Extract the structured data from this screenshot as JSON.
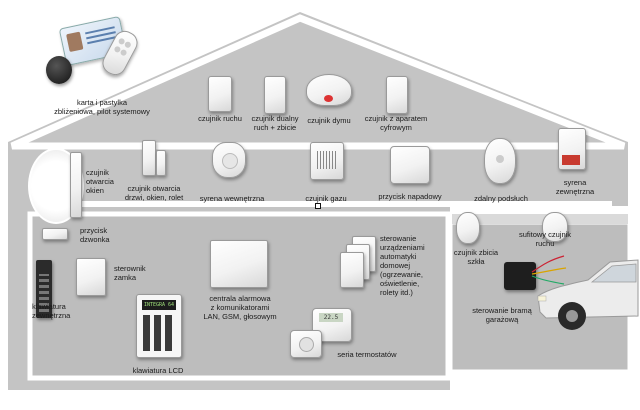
{
  "colors": {
    "roof": "#c8c8c8",
    "wall": "#b7b7b7",
    "outline": "#ffffff",
    "device": "#f4f4f4"
  },
  "labels": {
    "card": "karta i pastylka\nzbliżeniowa, pilot systemowy",
    "motion": "czujnik ruchu",
    "dual": "czujnik dualny\nruch + zbicie",
    "smoke": "czujnik dymu",
    "camera": "czujnik z aparatem\ncyfrowym",
    "window": "czujnik\notwarcia\nokien",
    "door": "czujnik otwarcia\ndrzwi, okien, rolet",
    "int_siren": "syrena wewnętrzna",
    "gas": "czujnik gazu",
    "panic": "przycisk napadowy",
    "remote_listen": "zdalny podsłuch",
    "ext_siren": "syrena\nzewnętrzna",
    "doorbell": "przycisk\ndzwonka",
    "lock": "sterownik\nzamka",
    "panel": "centrala alarmowa\nz komunikatorami\nLAN, GSM, głosowym",
    "automation": "sterowanie\nurządzeniami\nautomatyki\ndomowej\n(ogrzewanie,\noświetlenie,\nrolety itd.)",
    "glass": "czujnik zbicia\nszkła",
    "ceiling": "sufitowy czujnik\nruchu",
    "ext_keypad": "klawiatura\nzewnętrzna",
    "lcd_keypad": "klawiatura LCD",
    "thermo": "seria termostatów",
    "gate": "sterowanie bramą\ngarażową"
  },
  "lcd": {
    "screen": "INTEGRA 64"
  },
  "thermo_display": "22.5"
}
